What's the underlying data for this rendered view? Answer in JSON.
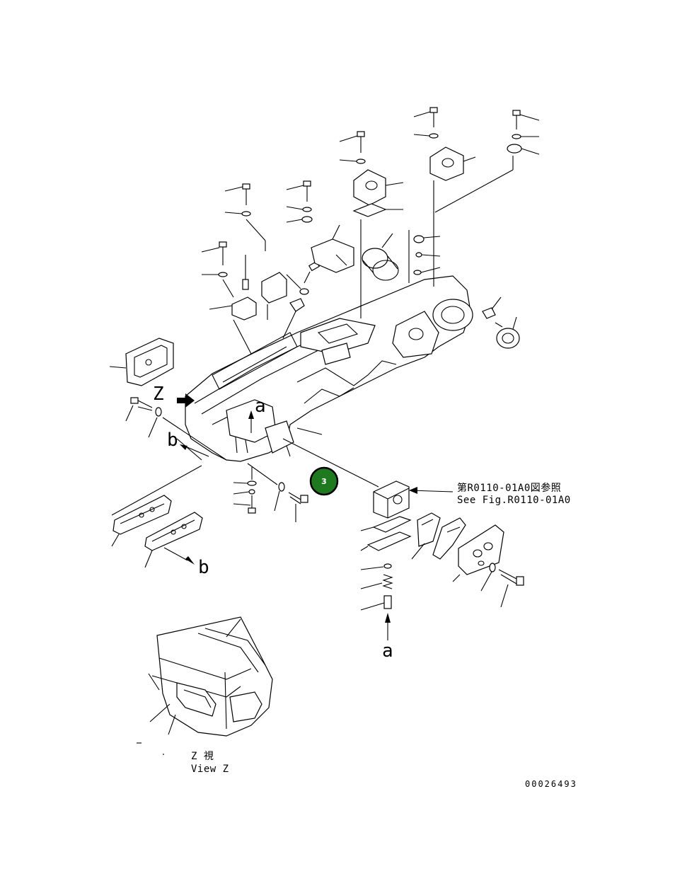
{
  "diagram": {
    "view_markers": {
      "z": "Z",
      "a_top": "a",
      "a_bottom": "a",
      "b_left": "b",
      "b_bottom": "b"
    },
    "reference_note": {
      "line1": "第R0110-01A0図参照",
      "line2": "See Fig.R0110-01A0"
    },
    "view_caption": {
      "line1": "Z 視",
      "line2": "View Z"
    },
    "callout": {
      "number": "3",
      "color": "#1f7a1f"
    },
    "drawing_id": "00026493"
  }
}
